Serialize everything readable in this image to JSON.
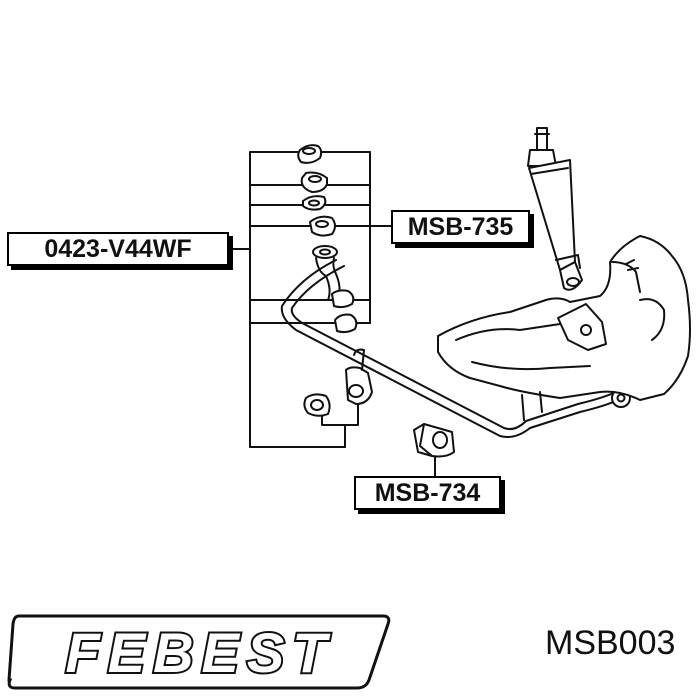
{
  "callouts": {
    "left_kit": "0423-V44WF",
    "upper_bushing": "MSB-735",
    "lower_bushing": "MSB-734"
  },
  "footer": {
    "brand": "FEBEST",
    "part_number": "MSB003"
  }
}
